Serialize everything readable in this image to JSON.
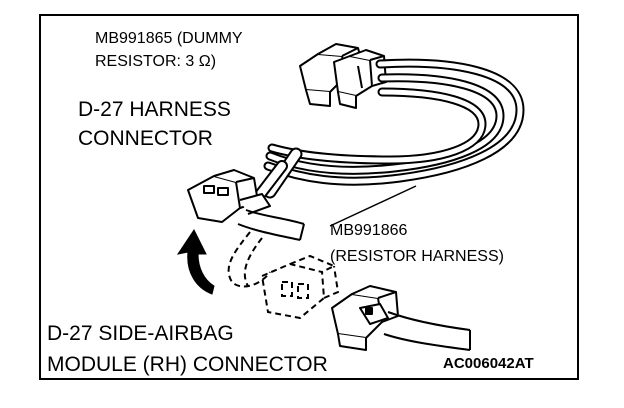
{
  "labels": {
    "dummy_resistor_line1": "MB991865 (DUMMY",
    "dummy_resistor_line2": "RESISTOR: 3 Ω)",
    "harness_connector_line1": "D-27 HARNESS",
    "harness_connector_line2": "CONNECTOR",
    "resistor_harness_line1": "MB991866",
    "resistor_harness_line2": "(RESISTOR HARNESS)",
    "airbag_connector_line1": "D-27 SIDE-AIRBAG",
    "airbag_connector_line2": "MODULE (RH) CONNECTOR",
    "figure_code": "AC006042AT"
  },
  "icons": {
    "direction_arrow": "curved-arrow-up-icon"
  }
}
